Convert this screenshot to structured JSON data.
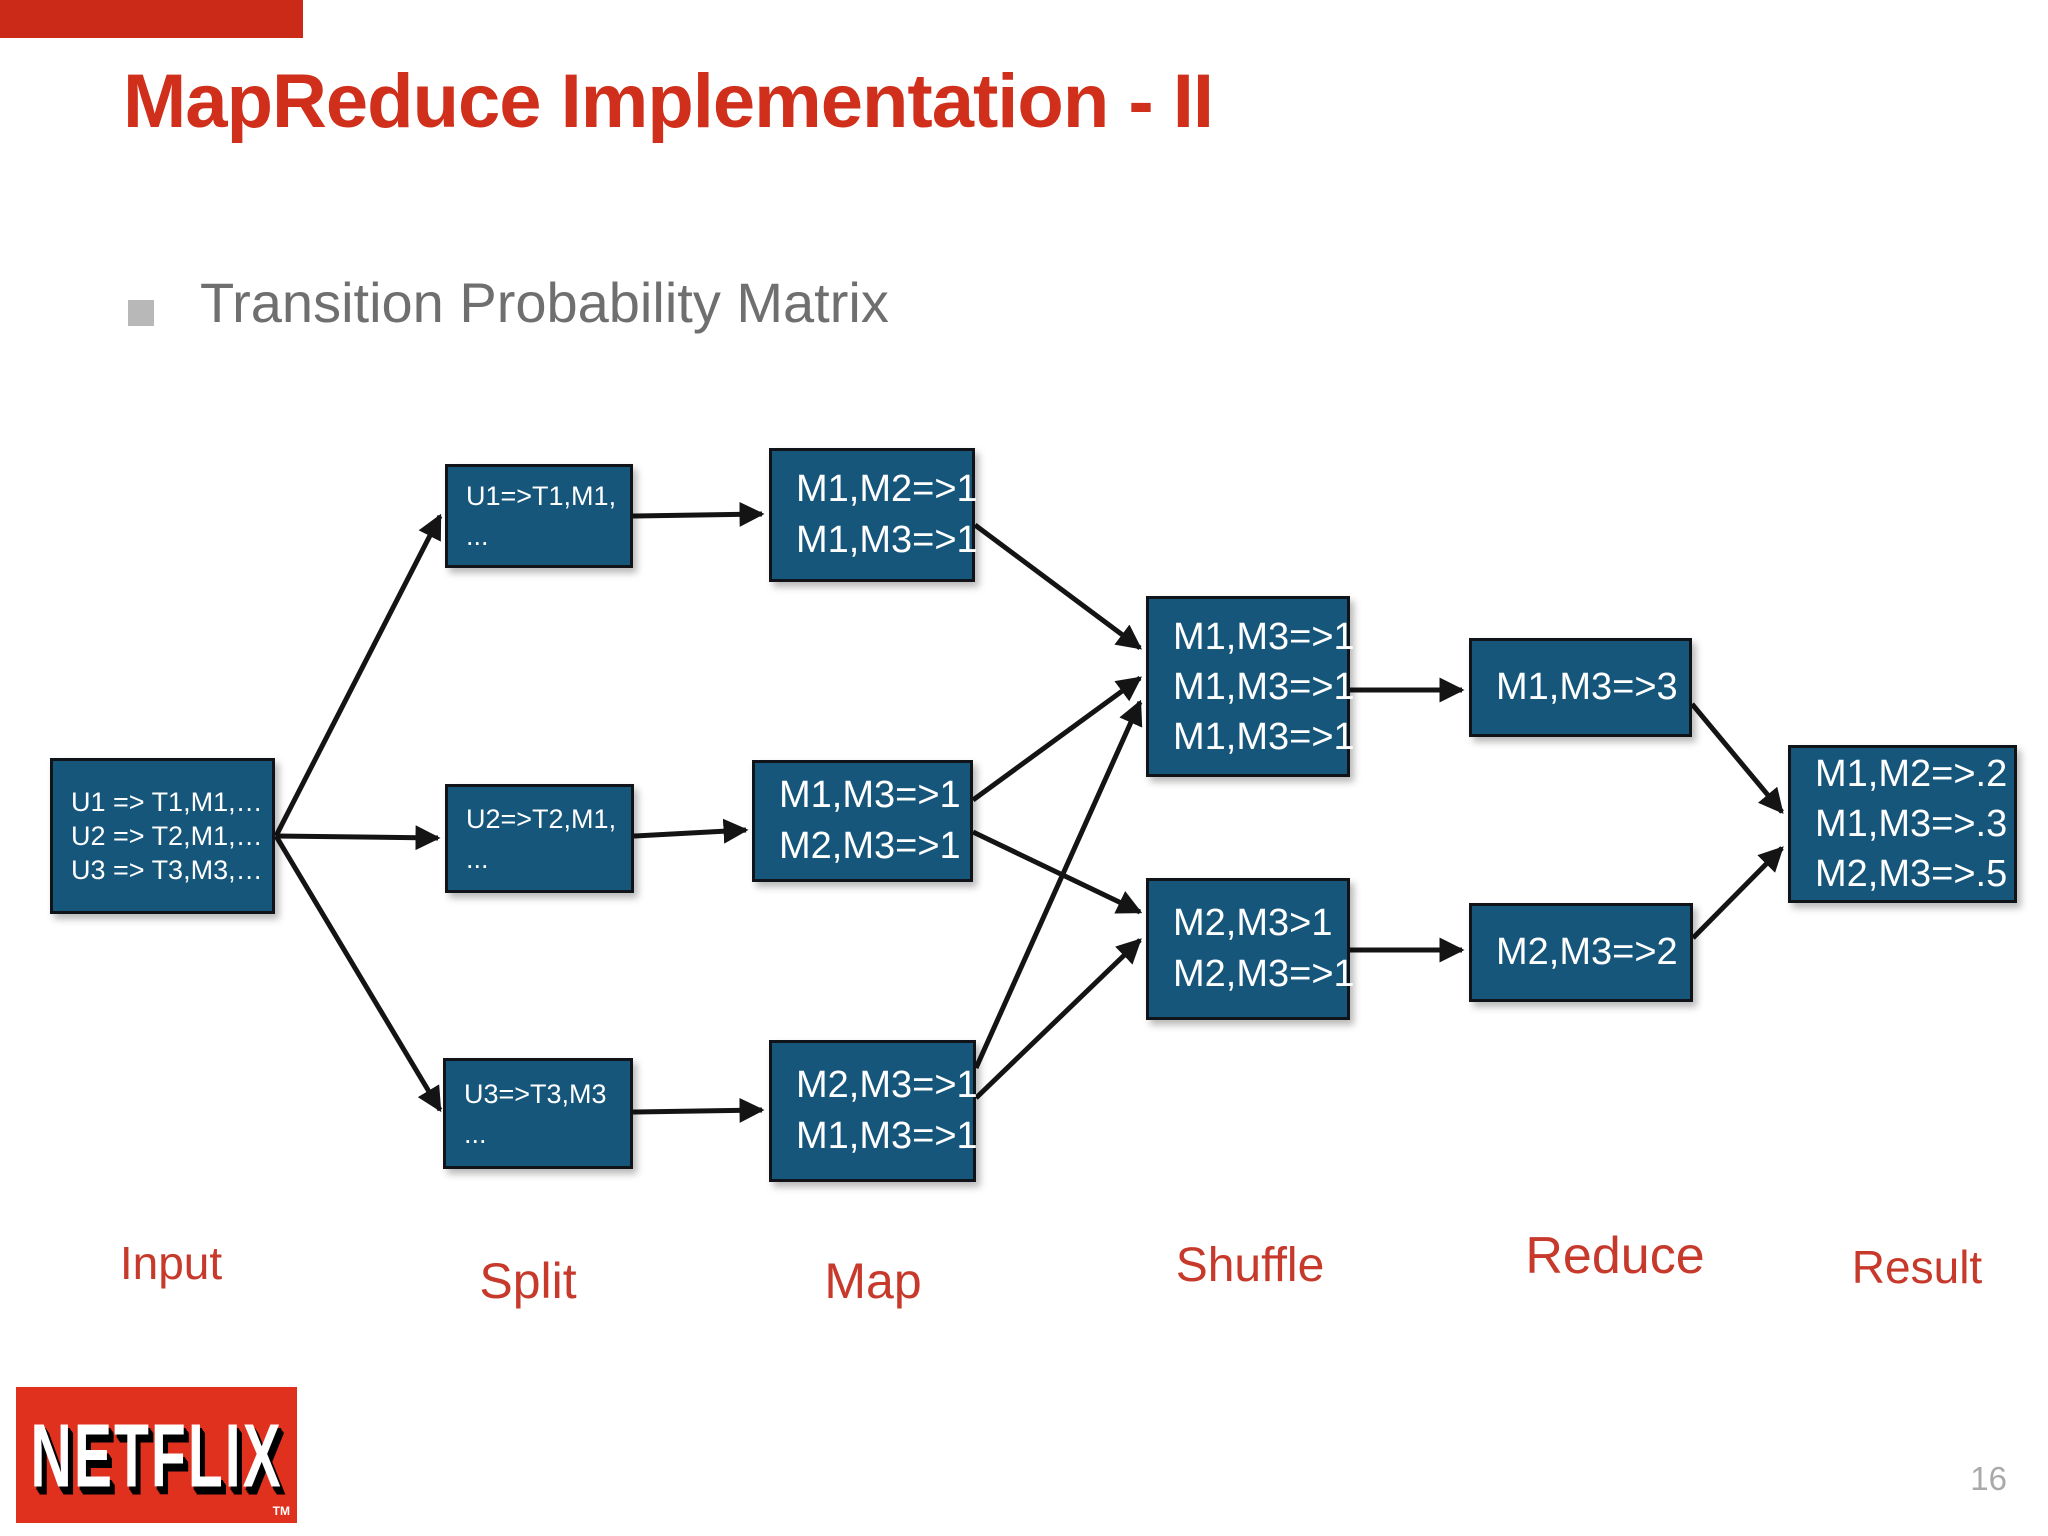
{
  "slide": {
    "title": "MapReduce Implementation - II",
    "bullet": "Transition Probability Matrix",
    "colors": {
      "title_red": "#d02f1b",
      "stage_label_red": "#c6392b",
      "corner_bar_red": "#cb2a18",
      "node_fill_blue": "#16567b",
      "node_text": "#ffffff",
      "arrow_black": "#141414",
      "bullet_text_gray": "#6f6f6f",
      "bullet_square_gray": "#b8b8b8",
      "page_number_gray": "#a9a9a9",
      "netflix_red": "#e0301e"
    }
  },
  "diagram": {
    "nodes": {
      "input": {
        "lines": [
          "U1 => T1,M1,…",
          "U2 => T2,M1,…",
          "U3 => T3,M3,…"
        ]
      },
      "split1": {
        "lines": [
          "U1=>T1,M1,",
          "..."
        ]
      },
      "split2": {
        "lines": [
          "U2=>T2,M1,",
          "..."
        ]
      },
      "split3": {
        "lines": [
          "U3=>T3,M3",
          "..."
        ]
      },
      "map1": {
        "lines": [
          "M1,M2=>1",
          "M1,M3=>1"
        ]
      },
      "map2": {
        "lines": [
          "M1,M3=>1",
          "M2,M3=>1"
        ]
      },
      "map3": {
        "lines": [
          "M2,M3=>1",
          "M1,M3=>1"
        ]
      },
      "shuffle1": {
        "lines": [
          "M1,M3=>1",
          "M1,M3=>1",
          "M1,M3=>1"
        ]
      },
      "shuffle2": {
        "lines": [
          "M2,M3>1",
          "M2,M3=>1"
        ]
      },
      "reduce1": {
        "lines": [
          "M1,M3=>3"
        ]
      },
      "reduce2": {
        "lines": [
          "M2,M3=>2"
        ]
      },
      "result": {
        "lines": [
          "M1,M2=>.2",
          "M1,M3=>.3",
          "M2,M3=>.5"
        ]
      }
    },
    "stage_labels": {
      "input": "Input",
      "split": "Split",
      "map": "Map",
      "shuffle": "Shuffle",
      "reduce": "Reduce",
      "result": "Result"
    }
  },
  "footer": {
    "logo_text": "NETFLIX",
    "logo_tm": "TM",
    "page_number": "16"
  }
}
